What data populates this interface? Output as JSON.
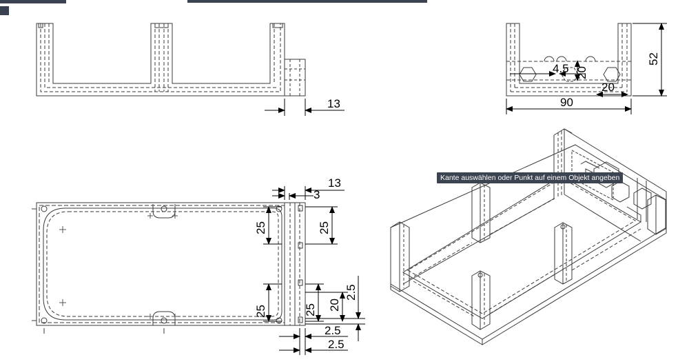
{
  "tooltip": {
    "text": "Kante auswählen oder Punkt auf einem Objekt angeben"
  },
  "dimensions": {
    "front_13": "13",
    "side_52": "52",
    "side_90": "90",
    "side_4_5": "4.5",
    "side_20_vertical": "20",
    "side_20_horizontal": "20",
    "top_13": "13",
    "top_3": "3",
    "top_25_a": "25",
    "top_25_b": "25",
    "top_25_c": "25",
    "top_25_d": "25",
    "top_20": "20",
    "top_2_5_vertical": "2.5",
    "top_2_5_a": "2.5",
    "top_2_5_b": "2.5"
  },
  "colors": {
    "line": "#3a3a3a",
    "dim_line": "#000000",
    "ui_dark": "#3a4150",
    "tooltip_bg": "#3c4452"
  }
}
